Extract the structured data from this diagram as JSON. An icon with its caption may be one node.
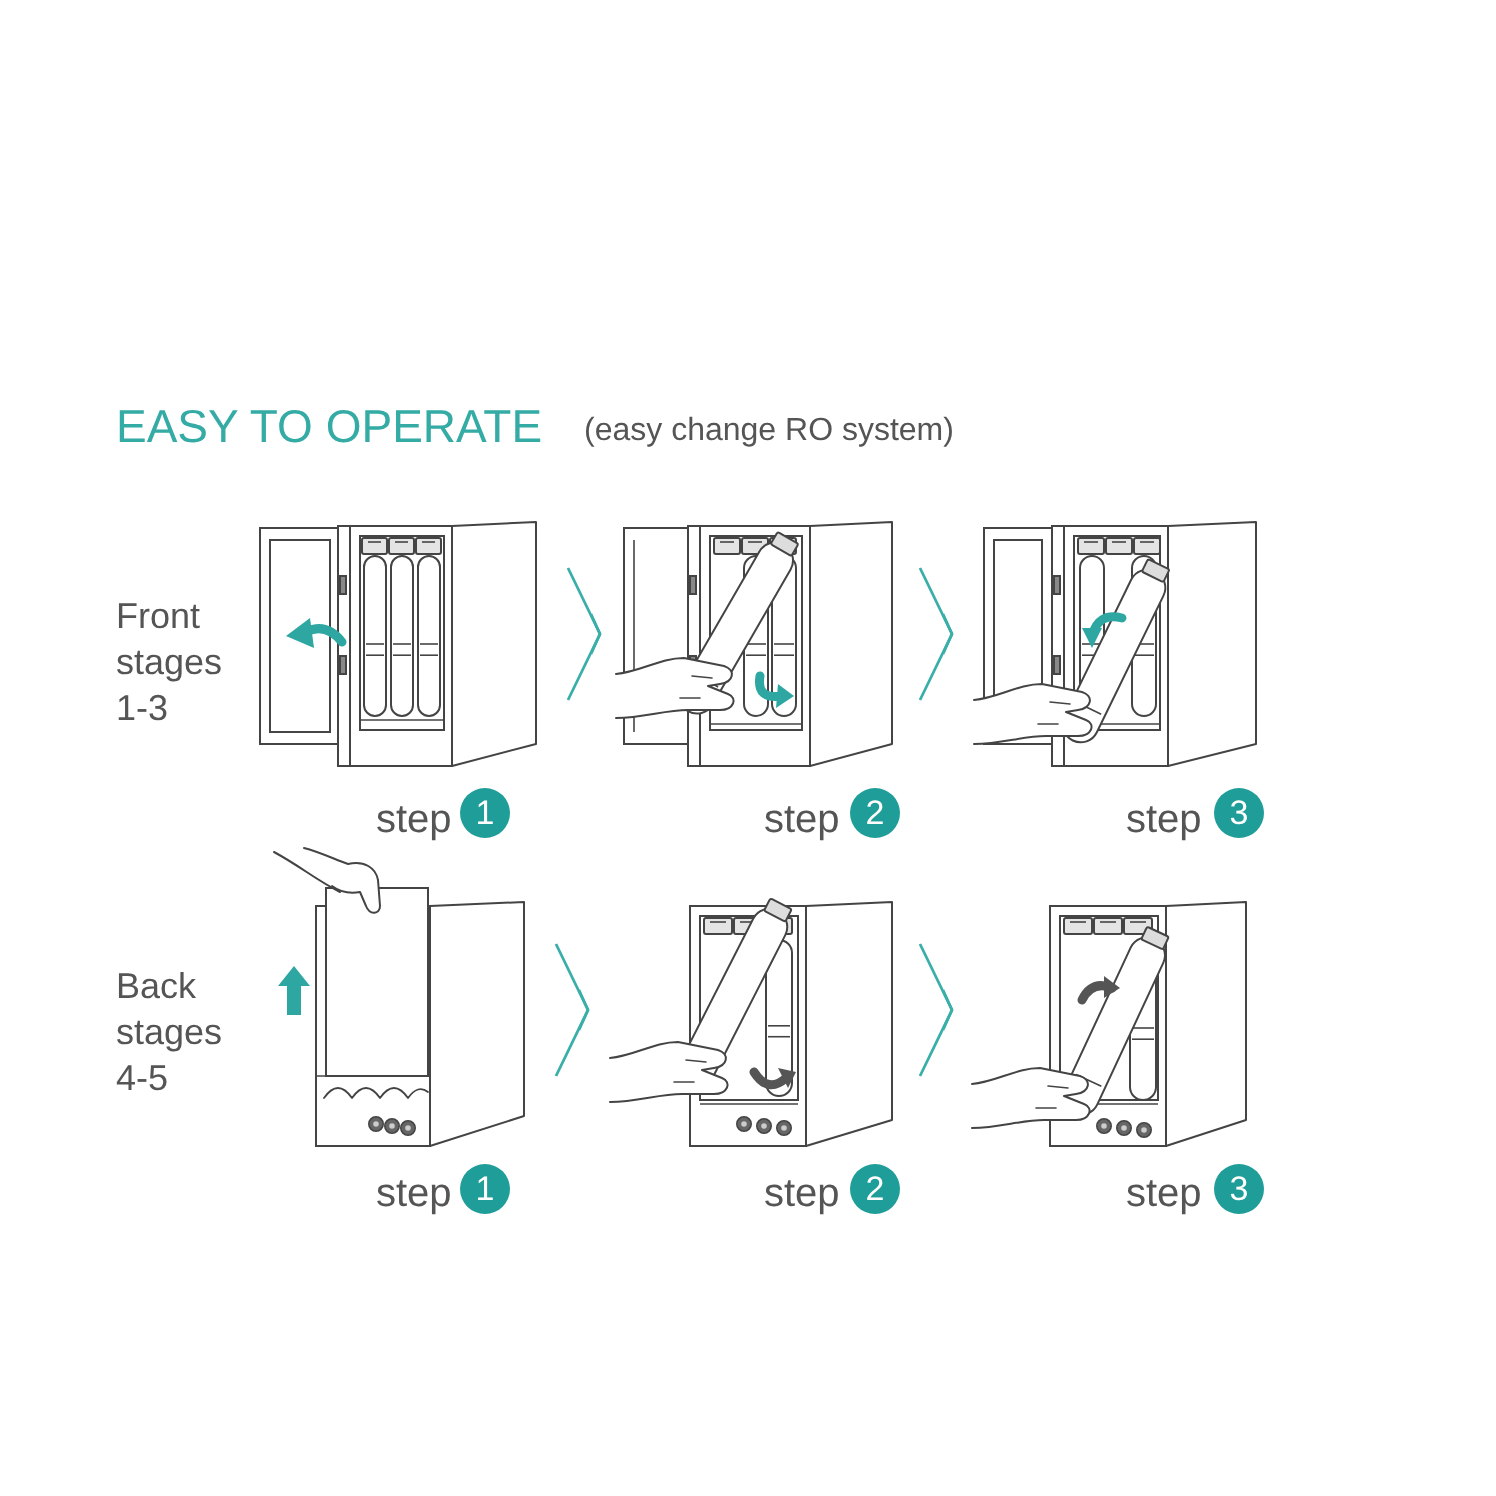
{
  "diagram": {
    "title": "EASY TO OPERATE",
    "nodes": [
      {
        "text": [],
        "shape": "picture",
        "beside": [
          "step",
          "1"
        ]
      },
      {
        "text": [],
        "shape": "picture",
        "beside": [
          "step",
          "2"
        ]
      },
      {
        "text": [],
        "shape": "picture",
        "beside": [
          "step",
          "3"
        ]
      },
      {
        "text": [],
        "shape": "picture",
        "beside": [
          "step",
          "1"
        ]
      },
      {
        "text": [],
        "shape": "picture",
        "beside": [
          "step",
          "2"
        ]
      },
      {
        "text": [],
        "shape": "picture",
        "beside": [
          "step",
          "3"
        ]
      }
    ],
    "edges": [
      {
        "from": 0,
        "to": 1,
        "arrow": "to"
      },
      {
        "from": 1,
        "to": 2,
        "arrow": "to"
      },
      {
        "from": 3,
        "to": 4,
        "arrow": "to"
      },
      {
        "from": 4,
        "to": 5,
        "arrow": "to"
      }
    ],
    "labels": [
      "(easy change RO system)",
      "Front stages 1-3",
      "Back stages 4-5"
    ]
  }
}
